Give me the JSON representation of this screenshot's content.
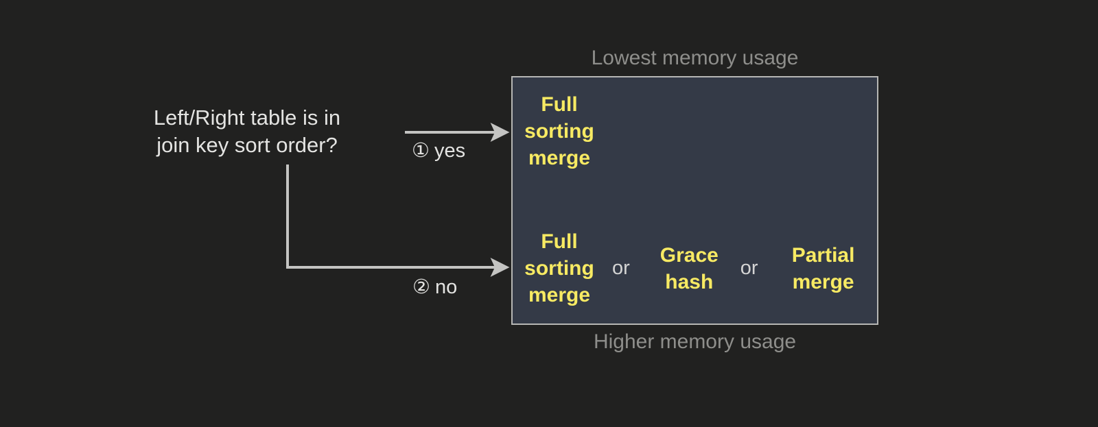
{
  "colors": {
    "background": "#212120",
    "panel_fill": "#343a47",
    "panel_border": "#b7b7b5",
    "option_text": "#f7ea63",
    "body_text": "#e4e4e2",
    "caption_text": "#8e8e8b",
    "connector": "#c4c4c2"
  },
  "question": {
    "text": "Left/Right table is in\njoin key sort order?"
  },
  "branches": [
    {
      "marker": "①",
      "label": "yes",
      "target": "full-sorting-merge"
    },
    {
      "marker": "②",
      "label": "no",
      "target": "full-sorting-merge-or-grace-hash-or-partial-merge"
    }
  ],
  "captions": {
    "top": "Lowest memory usage",
    "bottom": "Higher memory usage"
  },
  "panel": {
    "rows": [
      {
        "id": "yes-outcome",
        "options": [
          {
            "text": "Full\nsorting\nmerge"
          }
        ],
        "separators": []
      },
      {
        "id": "no-outcome",
        "options": [
          {
            "text": "Full\nsorting\nmerge"
          },
          {
            "text": "Grace\nhash"
          },
          {
            "text": "Partial\nmerge"
          }
        ],
        "separators": [
          "or",
          "or"
        ]
      }
    ]
  }
}
